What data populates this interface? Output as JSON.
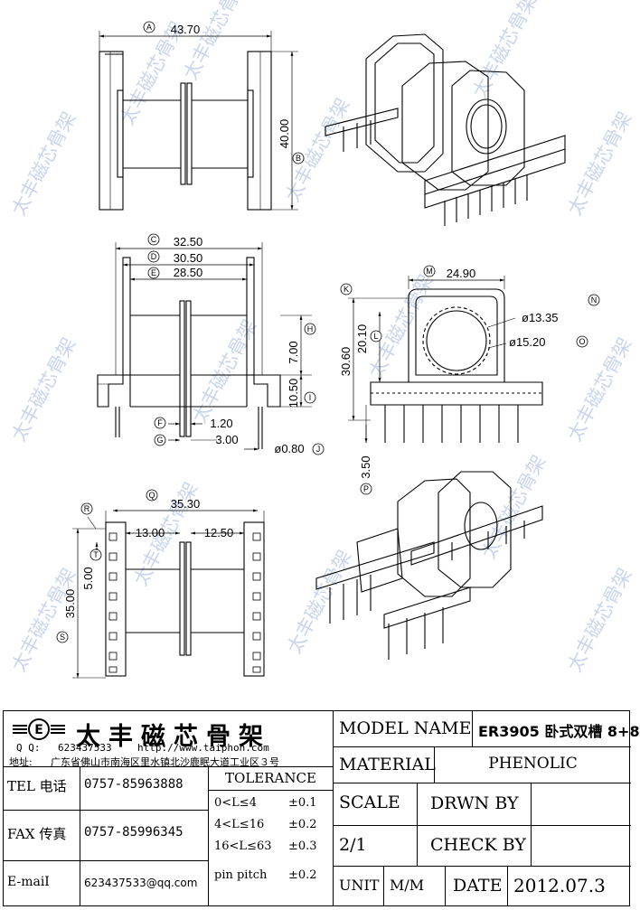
{
  "watermark": "太丰磁芯骨架",
  "dimensions": {
    "A": "A",
    "a_val": "43.70",
    "B": "B",
    "b_val": "40.00",
    "C": "C",
    "c_val": "32.50",
    "D": "D",
    "d_val": "30.50",
    "E": "E",
    "e_val": "28.50",
    "H": "H",
    "h_val": "7.00",
    "I": "I",
    "i_val": "10.50",
    "F": "F",
    "f_val": "1.20",
    "G": "G",
    "g_val": "3.00",
    "J": "J",
    "j_val": "ø0.80",
    "K": "K",
    "k_val": "30.60",
    "L": "L",
    "l_val": "20.10",
    "M": "M",
    "m_val": "24.90",
    "N": "N",
    "n_val": "ø13.35",
    "O": "O",
    "o_val": "ø15.20",
    "P": "P",
    "p_val": "3.50",
    "Q": "Q",
    "q_val": "35.30",
    "R": "R",
    "S": "S",
    "s_val": "35.00",
    "T": "T",
    "t_val": "5.00",
    "u_val": "13.00",
    "v_val": "12.50"
  },
  "title_block": {
    "company": "太丰磁芯骨架",
    "qq_label": "Q Q:",
    "qq": "623437533",
    "website": "http://www.taiphon.com",
    "address_label": "地址:",
    "address": "广东省佛山市南海区里水镇北沙鹿眠大道工业区３号",
    "tel_label": "TEL 电话",
    "tel": "0757-85963888",
    "fax_label": "FAX 传真",
    "fax": "0757-85996345",
    "email_label": "E-maiI",
    "email": "623437533@qq.com",
    "tolerance_label": "TOLERANCE",
    "tolerances": [
      {
        "range": "0<L≤4",
        "tol": "±0.1"
      },
      {
        "range": "4<L≤16",
        "tol": "±0.2"
      },
      {
        "range": "16<L≤63",
        "tol": "±0.3"
      },
      {
        "range": "pin pitch",
        "tol": "±0.2"
      }
    ],
    "model_name_label": "MODEL NAME",
    "model_name": "ER3905 卧式双槽 8+8",
    "material_label": "MATERIAL",
    "material": "PHENOLIC",
    "scale_label": "SCALE",
    "scale": "2/1",
    "drawn_by_label": "DRWN BY",
    "check_by_label": "CHECK BY",
    "unit_label": "UNIT",
    "unit": "M/M",
    "date_label": "DATE",
    "date": "2012.07.3"
  }
}
